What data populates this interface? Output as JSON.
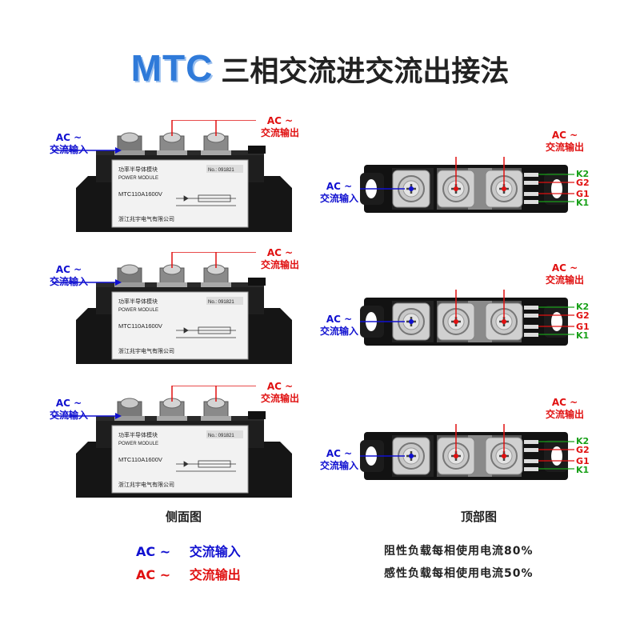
{
  "title": {
    "brand": "MTC",
    "text": "三相交流进交流出接法"
  },
  "labels": {
    "ac": "AC ~",
    "input": "交流输入",
    "output": "交流输出",
    "k2": "K2",
    "g2": "G2",
    "g1": "G1",
    "k1": "K1"
  },
  "module": {
    "line1": "功率半导体模块",
    "line2": "POWER MODULE",
    "serial": "No.: 091821",
    "model": "MTC110A1600V",
    "maker": "浙江兆宇电气有限公司"
  },
  "captions": {
    "side": "侧面图",
    "top": "顶部图"
  },
  "legend": {
    "input_ac": "AC ~",
    "input_text": "交流输入",
    "output_ac": "AC ~",
    "output_text": "交流输出"
  },
  "notes": {
    "resistive": "阻性负载每相使用电流80%",
    "inductive": "感性负载每相使用电流50%"
  },
  "colors": {
    "input": "#1010d0",
    "output": "#e01010",
    "gate": "#18a018",
    "brand": "#2f7ad9"
  }
}
